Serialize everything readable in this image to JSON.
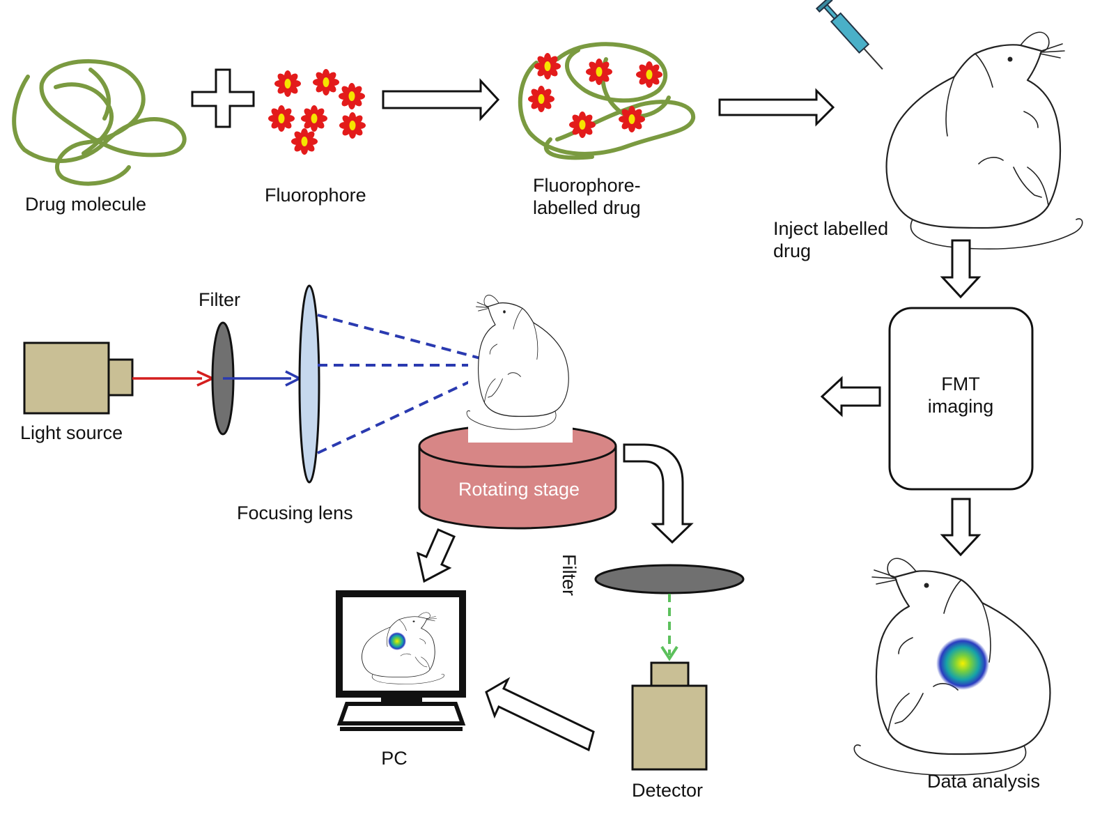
{
  "labels": {
    "drug_molecule": "Drug molecule",
    "fluorophore": "Fluorophore",
    "fluorophore_labelled_drug_line1": "Fluorophore-",
    "fluorophore_labelled_drug_line2": "labelled drug",
    "inject_line1": "Inject labelled",
    "inject_line2": "drug",
    "fmt_line1": "FMT",
    "fmt_line2": "imaging",
    "data_analysis": "Data analysis",
    "filter_top": "Filter",
    "light_source": "Light source",
    "focusing_lens": "Focusing lens",
    "rotating_stage": "Rotating stage",
    "filter_side": "Filter",
    "detector": "Detector",
    "pc": "PC"
  },
  "colors": {
    "drug_strand": "#7a9a40",
    "fluorophore_petal": "#e31b1b",
    "fluorophore_center": "#f5e400",
    "device_body": "#c9bf95",
    "filter_fill": "#707070",
    "lens_fill": "#c6d8ee",
    "stage_fill": "#d78686",
    "excitation_beam": "#d41e1e",
    "filtered_beam": "#2a3ab0",
    "emission_beam": "#5cc05c"
  }
}
